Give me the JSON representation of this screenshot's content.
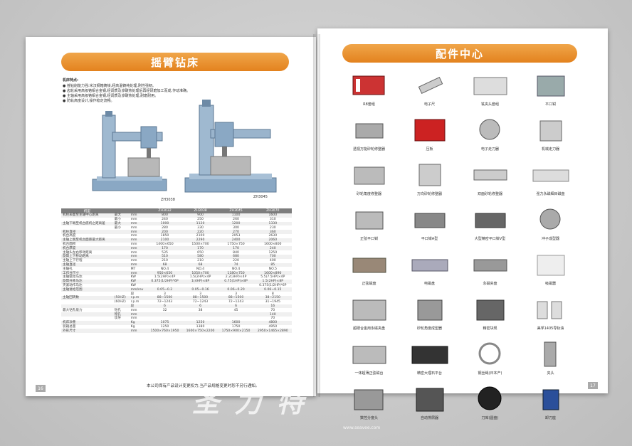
{
  "left_page": {
    "banner_title": "摇臂钻床",
    "features_title": "机床特点:",
    "features": [
      "● 摇钻削能力强:米汉钢箱铸锁,经高温铸纯处理,刚性强韧。",
      "● 齿轮采用高级铬钼合金钢,经调质及渗碳热处理后再经研磨加工而成,作动准确。",
      "● 主轴采用高级铬钼合金钢,经调质及渗碳热处理,耐磨耐用。",
      "● 防轨高度设计,操作稳定流畅。"
    ],
    "machine_labels": [
      "ZH3038",
      "ZH3045"
    ],
    "table_header": [
      "机型",
      "",
      "",
      "ZH3032",
      "ZH3038",
      "ZH3045",
      "ZH3070"
    ],
    "table_rows": [
      [
        "机柱表面至主轴中心距离",
        "最大",
        "mm",
        "800",
        "900",
        "1100",
        "1600"
      ],
      [
        "",
        "最小",
        "mm",
        "240",
        "250",
        "260",
        "310"
      ],
      [
        "主轴下端至机台底机之距离差",
        "最大",
        "mm",
        "1000",
        "1120",
        "1200",
        "1330"
      ],
      [
        "",
        "最小",
        "mm",
        "280",
        "330",
        "300",
        "230"
      ],
      [
        "机柱直径",
        "",
        "mm",
        "200",
        "220",
        "270",
        "360"
      ],
      [
        "机台高度",
        "",
        "mm",
        "1850",
        "2100",
        "2053",
        "2630"
      ],
      [
        "主轴上端至机台面距最大距离",
        "",
        "mm",
        "2100",
        "2290",
        "2400",
        "2060"
      ],
      [
        "机台面积",
        "",
        "mm",
        "1400×650",
        "1500×700",
        "1750×750",
        "1600×800"
      ],
      [
        "机台厚度",
        "",
        "mm",
        "170",
        "170",
        "170",
        "240"
      ],
      [
        "主轴头左右移动距离",
        "",
        "mm",
        "535",
        "650",
        "840",
        "1250"
      ],
      [
        "旋臂上下移动距离",
        "",
        "mm",
        "510",
        "580",
        "680",
        "700"
      ],
      [
        "主轴上下行程",
        "",
        "mm",
        "210",
        "210",
        "220",
        "400"
      ],
      [
        "主轴直径",
        "",
        "mm",
        "68",
        "68",
        "74",
        "85"
      ],
      [
        "主轴孔",
        "",
        "MT",
        "NO.4",
        "NO.4",
        "NO.4",
        "NO.5"
      ],
      [
        "工作台尺寸",
        "",
        "mm",
        "950×650",
        "1050×700",
        "1180×750",
        "1600×890"
      ],
      [
        "主轴驱动马达",
        "",
        "KW",
        "1.5(2HP)×4P",
        "1.5(2HP)×4P",
        "2.2(3HP)×4P",
        "5.5(7.5HP)×4P"
      ],
      [
        "旋臂升降马达",
        "",
        "KW",
        "0.375(1/2HP)*6P",
        "1(4HP)×8P",
        "0.75(1HP)×8P",
        "1.5(2HP)×8P"
      ],
      [
        "夹紧动作马达",
        "",
        "KW",
        "",
        "",
        "",
        "0.375(1/2HP)*6P"
      ],
      [
        "主轴进给范围",
        "",
        "mm/rev",
        "0.05~0.2",
        "0.05~0.16",
        "0.06~0.20",
        "0.06~0.15"
      ],
      [
        "",
        "",
        "段",
        "3",
        "3",
        "3",
        "8"
      ],
      [
        "主轴回转数",
        "(50HZ)",
        "r.p.m",
        "88~1500",
        "88~1500",
        "88~1500",
        "38~2150"
      ],
      [
        "",
        "(60HZ)",
        "r.p.m",
        "72~1243",
        "72~1243",
        "72~1243",
        "31~1945"
      ],
      [
        "",
        "",
        "段",
        "6",
        "6",
        "6",
        "16"
      ],
      [
        "最大钻孔能力",
        "钻孔",
        "mm",
        "32",
        "38",
        "45",
        "70"
      ],
      [
        "",
        "镗孔",
        "mm",
        "",
        "",
        "",
        "140"
      ],
      [
        "",
        "攻牙",
        "mm",
        "",
        "",
        "",
        "70"
      ],
      [
        "机床净重",
        "",
        "Kg",
        "1075",
        "1250",
        "1600",
        "4800"
      ],
      [
        "装箱总量",
        "",
        "Kg",
        "1250",
        "1380",
        "1750",
        "4950"
      ],
      [
        "外形尺寸",
        "",
        "mm",
        "1500×760×1950",
        "1600×750×2200",
        "1750×900×2150",
        "2950×1465×2890"
      ]
    ],
    "note": "本公司保有产品设计变更权力,当产品规格变更时恕不另行通知。",
    "page_number": "16"
  },
  "right_page": {
    "banner_title": "配件中心",
    "accessories": [
      "R8套组",
      "电子尺",
      "铣夹头套组",
      "平口钳",
      "透视万能砂轮修整器",
      "压板",
      "电子走刀器",
      "机械走刀器",
      "砂轮角度修整器",
      "万向砂轮修整器",
      "双面砂轮修整器",
      "强力永磁细目磁盘",
      "正弦平口钳",
      "平口钳A型",
      "大型精密平口钳V型",
      "冲子成型器",
      "正弦磁盘",
      "电磁盘",
      "永磁夹盘",
      "吸磁器",
      "超硬合金用永磁夹盘",
      "砂轮角度成型器",
      "精密块规",
      "美孚1405导轨油",
      "一体超薄正弦磁台",
      "精密大理石平台",
      "钢丝绳(日本产)",
      "夹头",
      "数控分度头",
      "自动排屑器",
      "刀库(圆盘)",
      "卸刀座"
    ],
    "page_number": "17"
  },
  "watermark": {
    "text": "圣 力 特",
    "url": "www.seavee.com"
  },
  "colors": {
    "banner_orange": "#e3821e",
    "table_header_gray": "#7d7d7d",
    "machine_blue": "#8aa8c4"
  }
}
